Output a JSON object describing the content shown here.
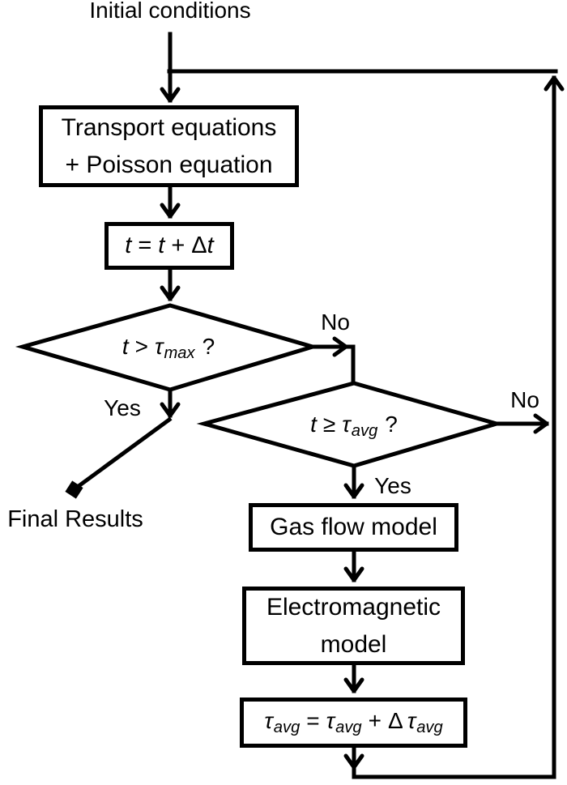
{
  "start": {
    "label": "Initial conditions"
  },
  "final": {
    "label": "Final Results"
  },
  "boxes": {
    "transport": {
      "line1": "Transport equations",
      "line2": "+ Poisson equation"
    },
    "time_update": {
      "t1": "t",
      "eq": "=",
      "t2": "t",
      "plus": "+",
      "delta": "Δ",
      "t3": "t"
    },
    "gas_flow": {
      "label": "Gas flow model"
    },
    "electromagnetic": {
      "line1": "Electromagnetic",
      "line2": "model"
    },
    "tau_update": {
      "tau1": "τ",
      "sub1": "avg",
      "eq": "=",
      "tau2": "τ",
      "sub2": "avg",
      "plus": "+",
      "delta": "Δ",
      "tau3": "τ",
      "sub3": "avg"
    }
  },
  "decisions": {
    "time_check": {
      "t": "t",
      "op": ">",
      "tau": "τ",
      "sub": "max",
      "q": "?"
    },
    "avg_check": {
      "t": "t",
      "op": "≥",
      "tau": "τ",
      "sub": "avg",
      "q": "?"
    }
  },
  "edges": {
    "no_time_check": "No",
    "yes_time_check": "Yes",
    "no_avg_check": "No",
    "yes_avg_check": "Yes"
  },
  "colors": {
    "line": "#000000",
    "background": "#ffffff"
  }
}
